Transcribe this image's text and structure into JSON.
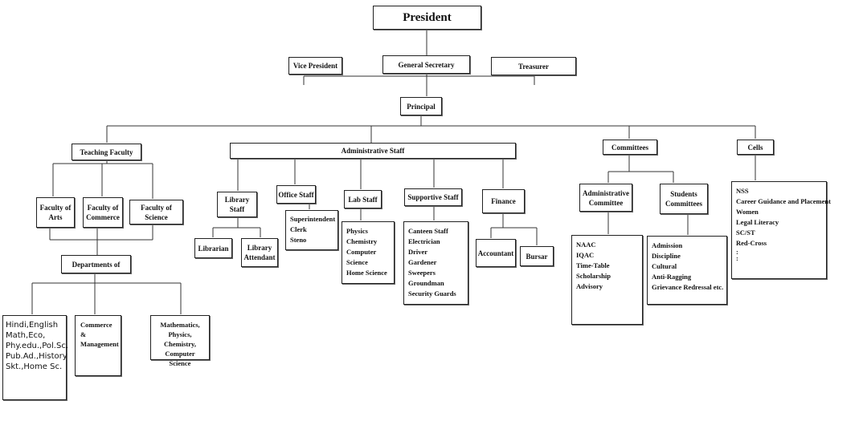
{
  "president": "President",
  "vice_president": "Vice President",
  "general_secretary": "General Secretary",
  "treasurer": "Treasurer",
  "principal": "Principal",
  "teaching_faculty": {
    "title": "Teaching Faculty",
    "faculty_of_arts": "Faculty of Arts",
    "faculty_of_commerce": "Faculty of Commerce",
    "faculty_of_science": "Faculty of Science",
    "departments_of": "Departments of",
    "departments": {
      "arts": [
        "Hindi,English",
        "Math,Eco,",
        "Phy.edu.,Pol.Sc.",
        "Pub.Ad.,History",
        "Skt.,Home Sc."
      ],
      "commerce": "Commerce & Management",
      "science": "Mathematics, Physics, Chemistry, Computer Science"
    }
  },
  "administrative_staff": {
    "title": "Administrative Staff",
    "library_staff": {
      "title": "Library Staff",
      "librarian": "Librarian",
      "library_attendant": "Library Attendant"
    },
    "office_staff": {
      "title": "Office Staff",
      "items": [
        "Superintendent",
        "Clerk",
        "Steno"
      ]
    },
    "lab_staff": {
      "title": "Lab Staff",
      "items": [
        "Physics",
        "Chemistry",
        "Computer",
        "Science",
        "Home Science"
      ]
    },
    "supportive_staff": {
      "title": "Supportive Staff",
      "items": [
        "Canteen Staff",
        "Electrician",
        "Driver",
        "Gardener",
        "Sweepers",
        "Groundman",
        "Security Guards"
      ]
    },
    "finance": {
      "title": "Finance",
      "accountant": "Accountant",
      "bursar": "Bursar"
    }
  },
  "committees": {
    "title": "Committees",
    "administrative_committee": {
      "title": "Administrative Committee",
      "items": [
        "NAAC",
        "IQAC",
        "Time-Table",
        "Scholarship",
        "Advisory"
      ]
    },
    "students_committees": {
      "title": "Students Committees",
      "items": [
        "Admission",
        "Discipline",
        "Cultural",
        "Anti-Ragging",
        "Grievance Redressal etc."
      ]
    }
  },
  "cells": {
    "title": "Cells",
    "items": [
      "NSS",
      "Career Guidance and Placement",
      "Women",
      "Legal Literacy",
      "SC/ST",
      "Red-Cross",
      ":",
      ":"
    ]
  }
}
